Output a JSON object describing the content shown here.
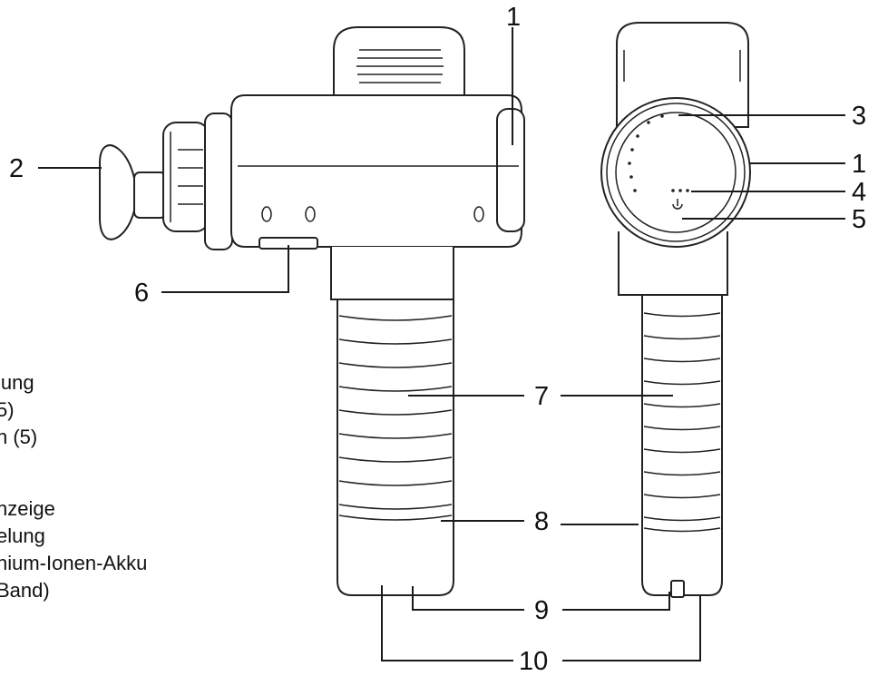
{
  "callouts": {
    "c1_left": "1",
    "c2": "2",
    "c3": "3",
    "c1_right": "1",
    "c4": "4",
    "c5": "5",
    "c6": "6",
    "c7": "7",
    "c8": "8",
    "c9": "9",
    "c10": "10"
  },
  "legend": [
    "lung",
    "5)",
    "n (5)",
    "",
    "nzeige",
    "elung",
    "hium-Ionen-Akku",
    "Band)"
  ]
}
